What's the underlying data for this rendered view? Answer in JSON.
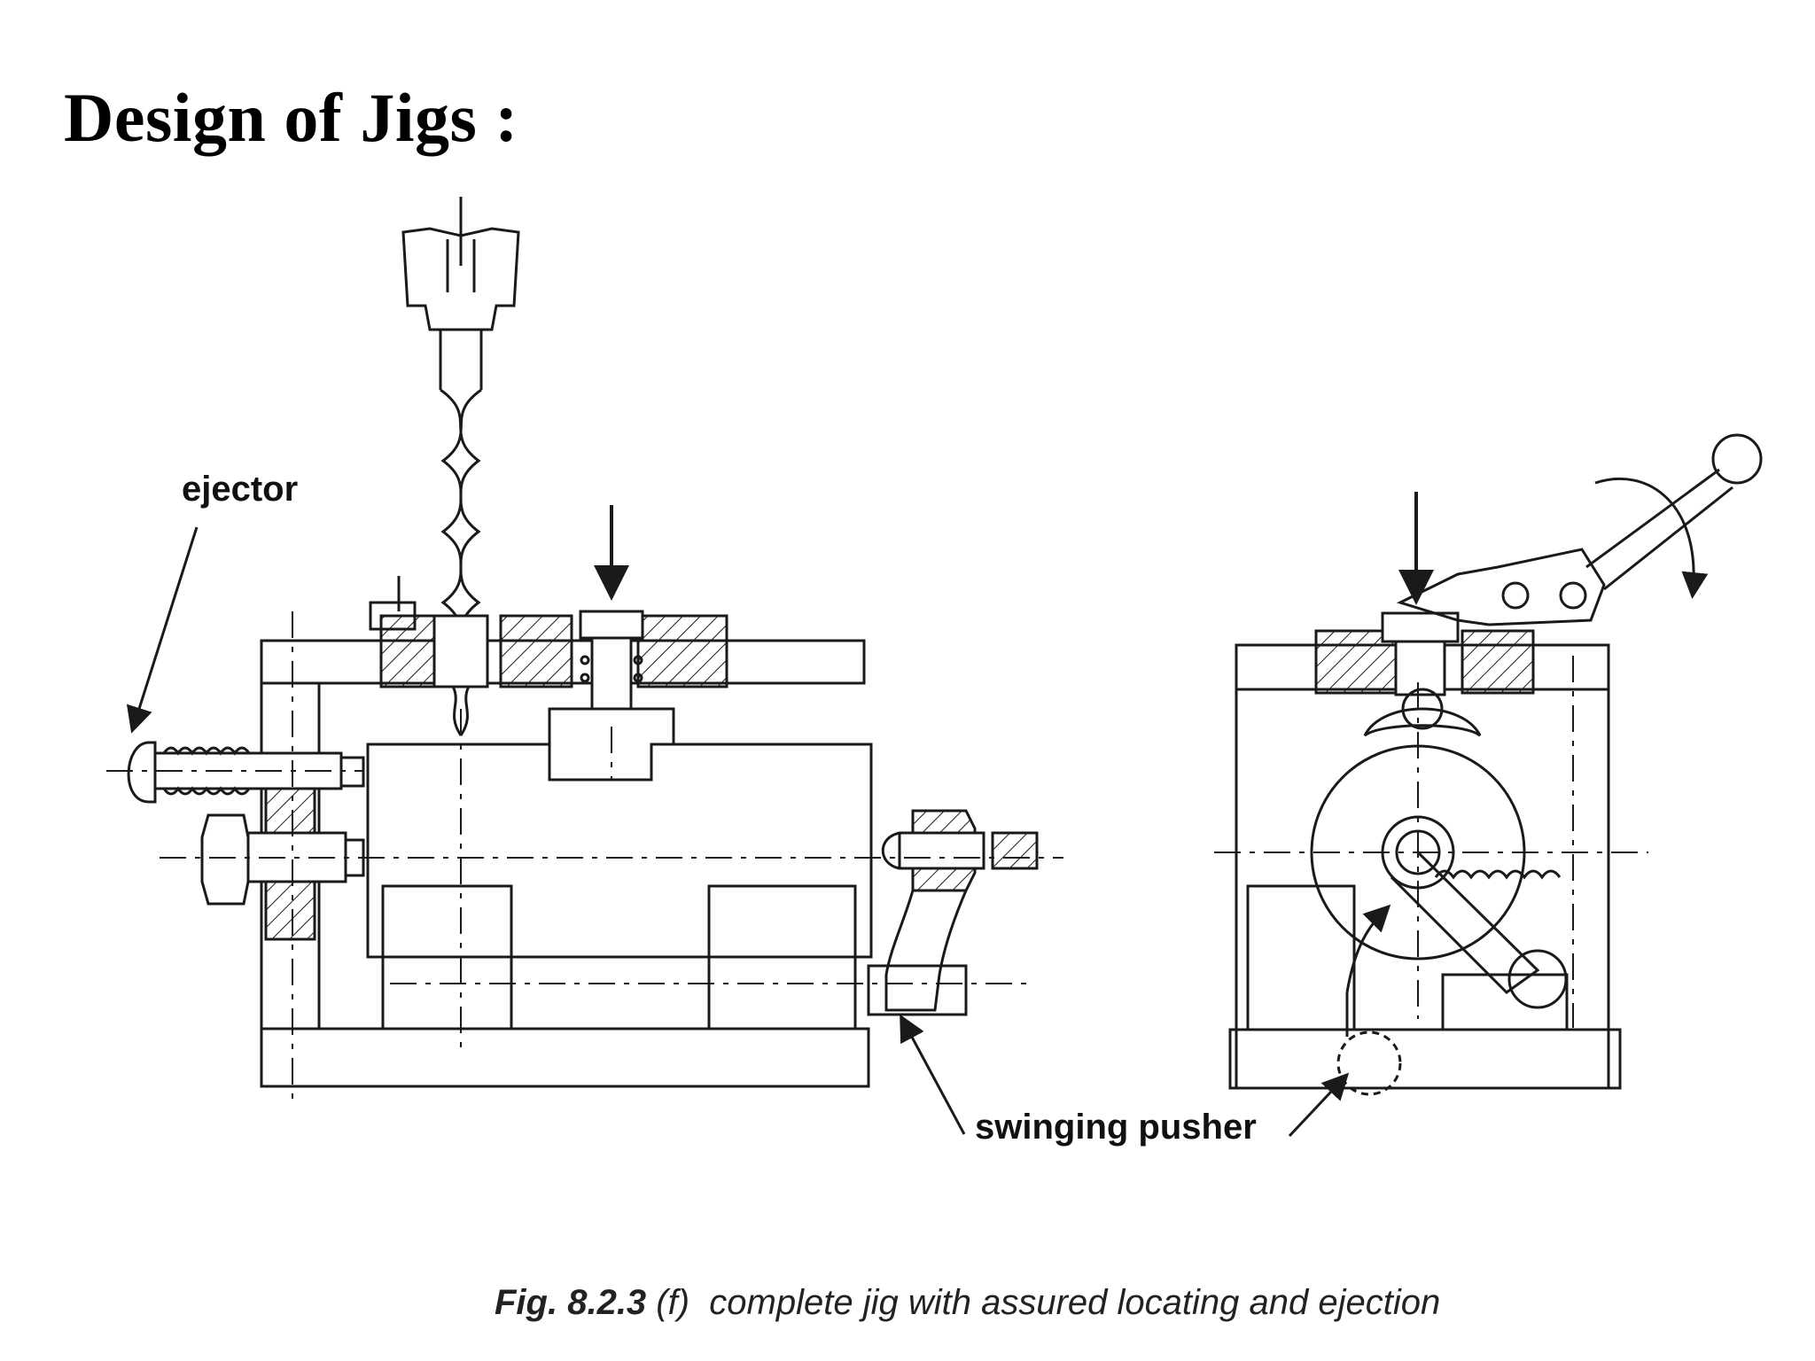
{
  "title": "Design of Jigs :",
  "labels": {
    "ejector": "ejector",
    "swinging_pusher": "swinging pusher"
  },
  "caption": {
    "fig_number": "Fig. 8.2.3",
    "fig_part": "(f)",
    "text": "complete jig with assured locating and ejection"
  },
  "colors": {
    "ink": "#1a1a1a",
    "background": "#ffffff"
  }
}
